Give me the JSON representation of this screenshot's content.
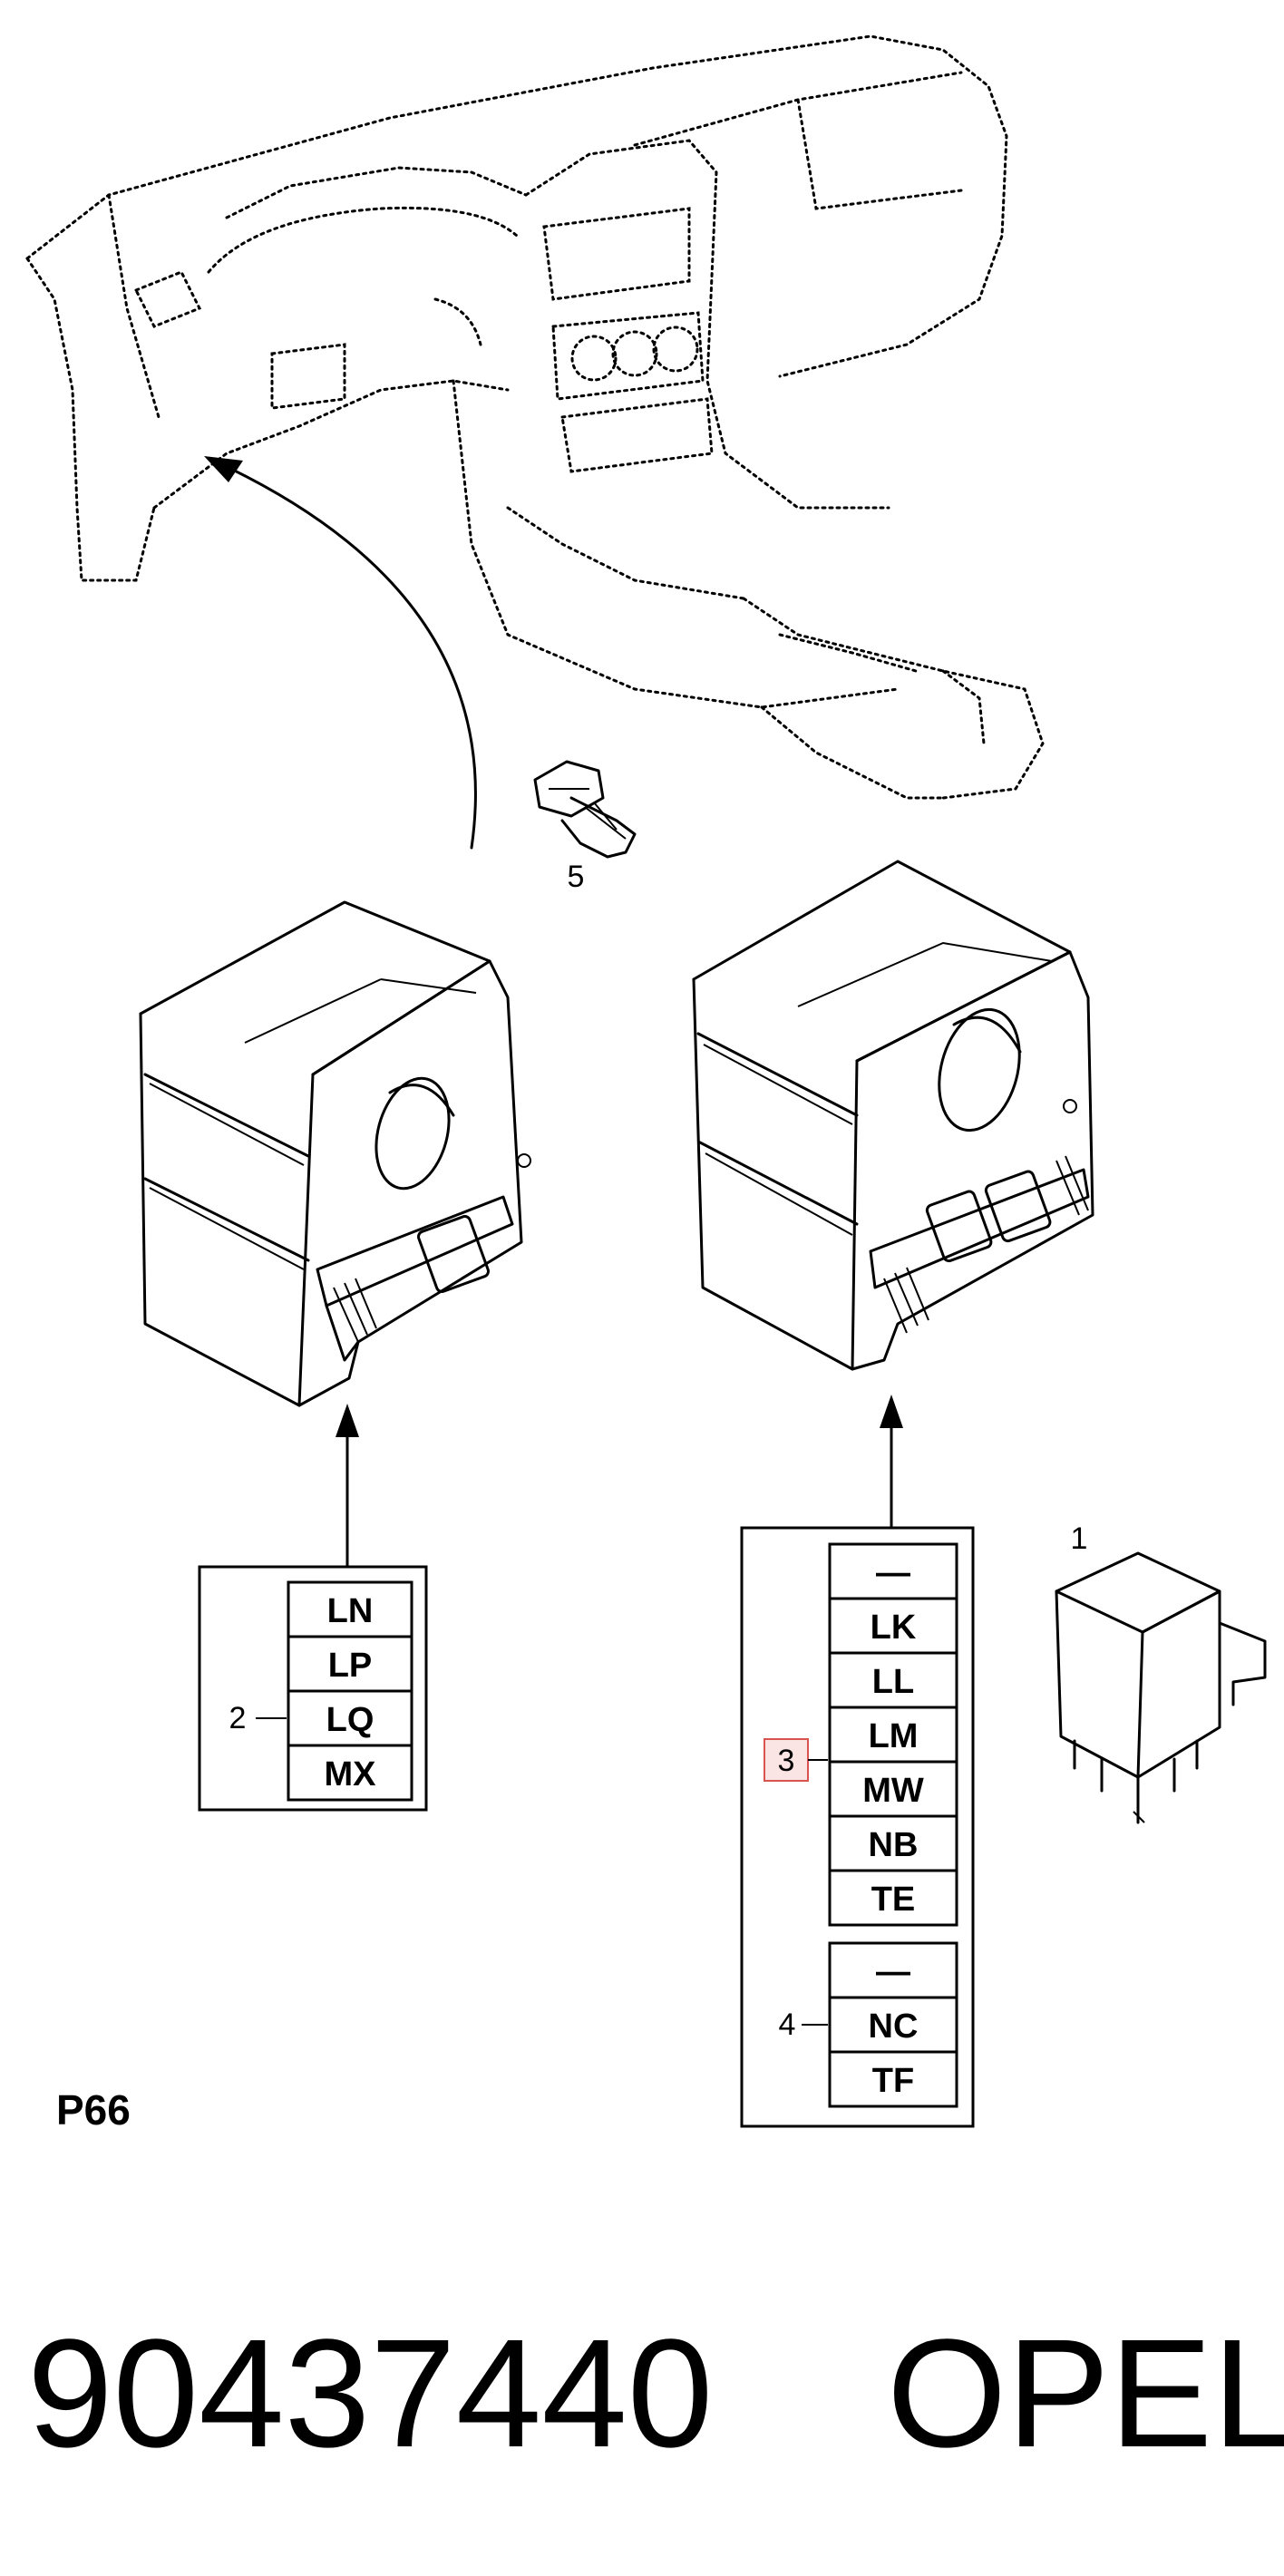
{
  "callouts": {
    "c1": "1",
    "c2": "2",
    "c3": "3",
    "c4": "4",
    "c5": "5"
  },
  "table_2": [
    "LN",
    "LP",
    "LQ",
    "MX"
  ],
  "table_3": [
    "—",
    "LK",
    "LL",
    "LM",
    "MW",
    "NB",
    "TE"
  ],
  "table_4": [
    "—",
    "NC",
    "TF"
  ],
  "page_code": "P66",
  "part_number": "90437440",
  "brand": "OPEL",
  "colors": {
    "highlight": "#d9534f"
  }
}
